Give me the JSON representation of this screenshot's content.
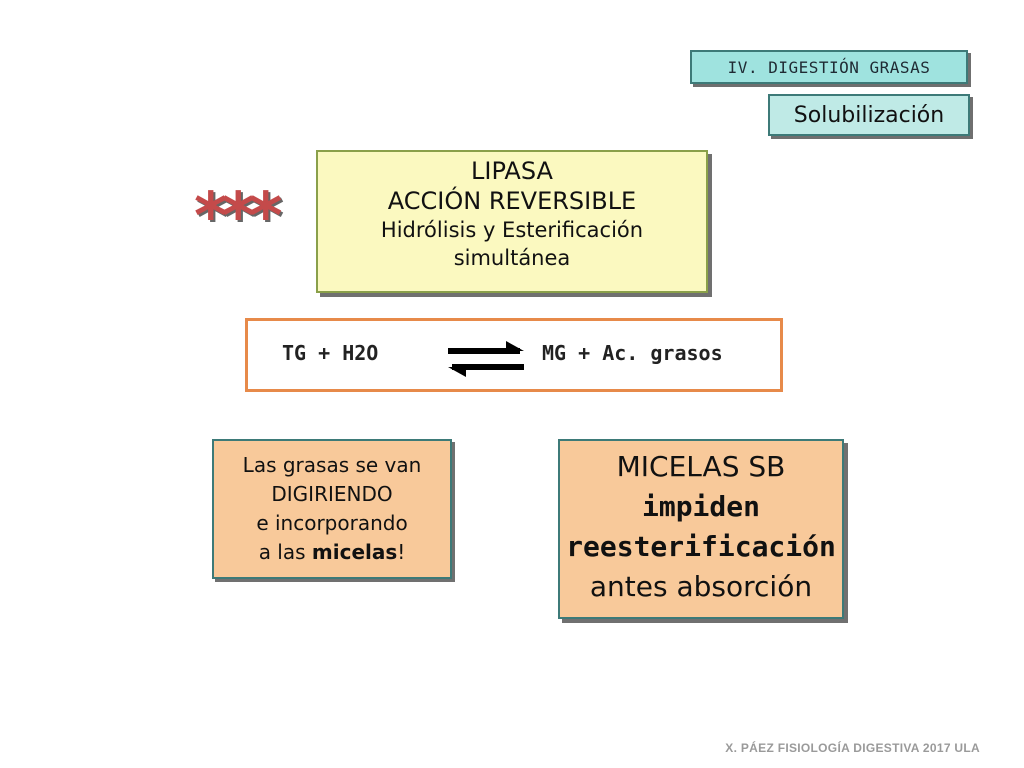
{
  "section_tag": "IV. DIGESTIÓN GRASAS",
  "subsection_tag": "Solubilización",
  "stars": "***",
  "lipasa_box": {
    "line1": "LIPASA",
    "line2": "ACCIÓN REVERSIBLE",
    "line3": "Hidrólisis y Esterificación",
    "line4": "simultánea"
  },
  "equation": {
    "left": "TG + H2O",
    "right": "MG + Ac. grasos",
    "arrow_icon": "equilibrium-arrows-icon"
  },
  "grasas_box": {
    "line1": "Las grasas se van",
    "line2": "DIGIRIENDO",
    "line3": "e incorporando",
    "line4_pre": "a las ",
    "line4_bold": "micelas",
    "line4_post": "!"
  },
  "micelas_box": {
    "line1": "MICELAS SB",
    "line2": "impiden",
    "line3": "reesterificación",
    "line4": "antes absorción"
  },
  "footer": "X. PÁEZ   FISIOLOGÍA DIGESTIVA 2017  ULA",
  "colors": {
    "teal_tag": "#9fe3df",
    "yellow_box": "#fbf9c0",
    "orange_box": "#f8c99a",
    "orange_border": "#e78a4a",
    "stars": "#c44a4a"
  }
}
